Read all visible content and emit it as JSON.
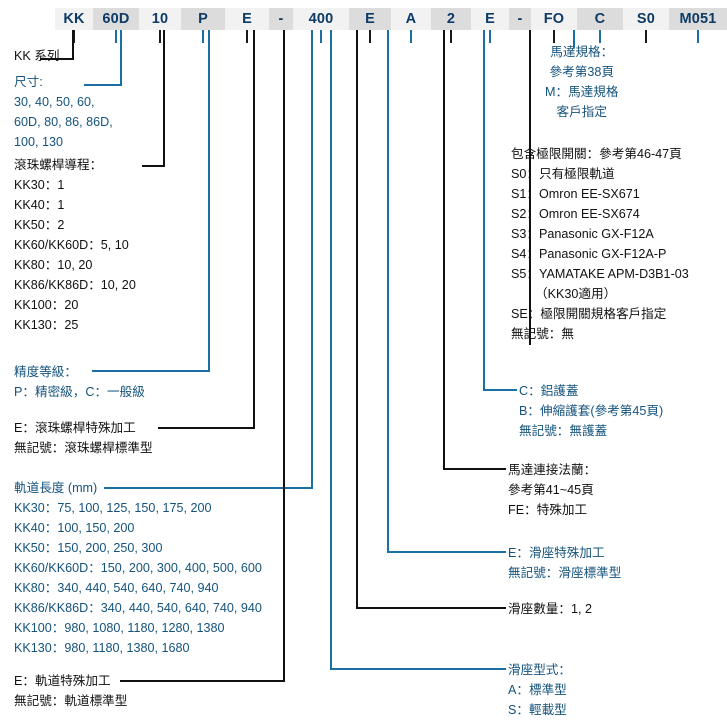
{
  "header": {
    "cells": [
      {
        "text": "KK",
        "shade": "lt",
        "w": 38,
        "tick": "blk"
      },
      {
        "text": "60D",
        "shade": "dk",
        "w": 46,
        "tick": "blu"
      },
      {
        "text": "10",
        "shade": "lt",
        "w": 42,
        "tick": "blk"
      },
      {
        "text": "P",
        "shade": "dk",
        "w": 44,
        "tick": "blu"
      },
      {
        "text": "E",
        "shade": "lt",
        "w": 44,
        "tick": "blk"
      },
      {
        "text": "-",
        "shade": "dk",
        "w": 24,
        "tick": "none"
      },
      {
        "text": "400",
        "shade": "lt",
        "w": 56,
        "tick": "blu"
      },
      {
        "text": "E",
        "shade": "dk",
        "w": 42,
        "tick": "blk"
      },
      {
        "text": "A",
        "shade": "lt",
        "w": 40,
        "tick": "blu"
      },
      {
        "text": "2",
        "shade": "dk",
        "w": 40,
        "tick": "blk"
      },
      {
        "text": "E",
        "shade": "lt",
        "w": 38,
        "tick": "blu"
      },
      {
        "text": "-",
        "shade": "dk",
        "w": 22,
        "tick": "none"
      },
      {
        "text": "FO",
        "shade": "lt",
        "w": 46,
        "tick": "blk"
      },
      {
        "text": "C",
        "shade": "dk",
        "w": 46,
        "tick": "blu"
      },
      {
        "text": "S0",
        "shade": "lt",
        "w": 46,
        "tick": "blk"
      },
      {
        "text": "M051",
        "shade": "dk",
        "w": 58,
        "tick": "blu"
      }
    ]
  },
  "left": {
    "series": {
      "title": "KK 系列"
    },
    "size": {
      "title": "尺寸:",
      "lines": [
        "30, 40, 50, 60,",
        "60D, 80, 86, 86D,",
        "100, 130"
      ]
    },
    "lead": {
      "title": "滾珠螺桿導程：",
      "lines": [
        "KK30：1",
        "KK40：1",
        "KK50：2",
        "KK60/KK60D：5, 10",
        "KK80：10, 20",
        "KK86/KK86D：10, 20",
        "KK100：20",
        "KK130：25"
      ]
    },
    "accuracy": {
      "title": "精度等級：",
      "lines": [
        "P：精密級，C：一般級"
      ]
    },
    "screw_machining": {
      "lines": [
        "E：滾珠螺桿特殊加工",
        "無記號：滾珠螺桿標準型"
      ]
    },
    "rail_length": {
      "title": "軌道長度 (mm)",
      "lines": [
        "KK30：75, 100, 125, 150, 175, 200",
        "KK40：100, 150, 200",
        "KK50：150, 200, 250, 300",
        "KK60/KK60D：150, 200, 300, 400, 500, 600",
        "KK80：340, 440, 540, 640, 740, 940",
        "KK86/KK86D：340, 440, 540, 640, 740, 940",
        "KK100：980, 1080, 1180, 1280, 1380",
        "KK130：980, 1180, 1380, 1680"
      ]
    },
    "rail_machining": {
      "lines": [
        "E：軌道特殊加工",
        "無記號：軌道標準型"
      ]
    }
  },
  "right": {
    "motor_spec": {
      "lines": [
        "馬達規格：",
        "參考第38頁",
        "M：馬達規格",
        "客戶指定"
      ]
    },
    "limit_switch": {
      "title": "包含極限開關：參考第46-47頁",
      "lines": [
        "S0：只有極限軌道",
        "S1：Omron EE-SX671",
        "S2：Omron EE-SX674",
        "S3：Panasonic GX-F12A",
        "S4：Panasonic GX-F12A-P",
        "S5：YAMATAKE APM-D3B1-03",
        "（KK30適用）",
        "SE：極限開關規格客戶指定",
        "無記號：無"
      ]
    },
    "cover": {
      "lines": [
        "C：鋁護蓋",
        "B：伸縮護套(參考第45頁)",
        "無記號：無護蓋"
      ]
    },
    "motor_flange": {
      "lines": [
        "馬達連接法蘭：",
        "參考第41~45頁",
        "FE：特殊加工"
      ]
    },
    "slider_machining": {
      "lines": [
        "E：滑座特殊加工",
        "無記號：滑座標準型"
      ]
    },
    "slider_count": {
      "lines": [
        "滑座數量：1, 2"
      ]
    },
    "slider_type": {
      "lines": [
        "滑座型式：",
        "A：標準型",
        "S：輕載型"
      ]
    }
  },
  "colors": {
    "blue": "#15537d",
    "blue_line": "#1a6fa3",
    "black": "#111111",
    "cell_light": "#f2f2f2",
    "cell_dark": "#dcdcdc"
  }
}
